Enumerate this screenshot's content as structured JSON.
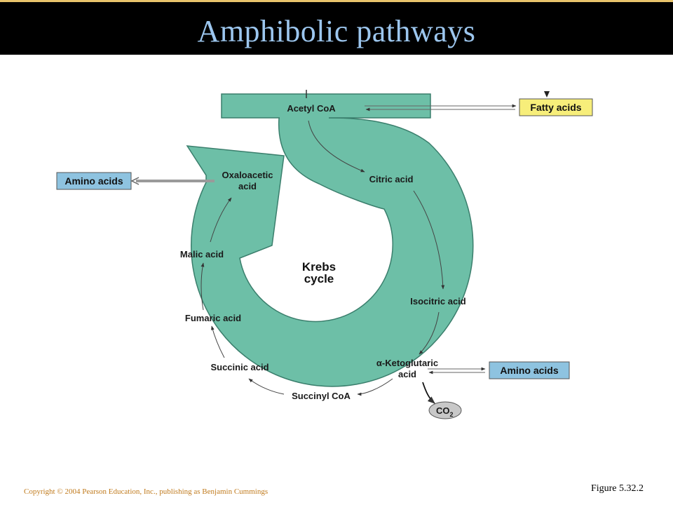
{
  "slide": {
    "title": "Amphibolic pathways",
    "copyright": "Copyright © 2004 Pearson Education, Inc., publishing as Benjamin Cummings",
    "figure_ref": "Figure 5.32.2"
  },
  "diagram": {
    "center_label_1": "Krebs",
    "center_label_2": "cycle",
    "acetyl_coa": "Acetyl CoA",
    "citric_acid": "Citric acid",
    "isocitric_acid": "Isocitric acid",
    "ketoglutaric_line1": "α-Ketoglutaric",
    "ketoglutaric_line2": "acid",
    "succinyl_coa": "Succinyl CoA",
    "succinic_acid": "Succinic acid",
    "fumaric_acid": "Fumaric acid",
    "malic_acid": "Malic acid",
    "oxaloacetic_line1": "Oxaloacetic",
    "oxaloacetic_line2": "acid",
    "fatty_acids_box": "Fatty acids",
    "amino_acids_box_left": "Amino acids",
    "amino_acids_box_right": "Amino acids",
    "co2_label": "CO",
    "co2_subscript": "2"
  },
  "colors": {
    "cycle_fill": "#6dbfa7",
    "fatty_acids_box": "#f7ee7a",
    "amino_acids_box": "#8ec3e0",
    "co2_fill": "#c8c8c8"
  }
}
